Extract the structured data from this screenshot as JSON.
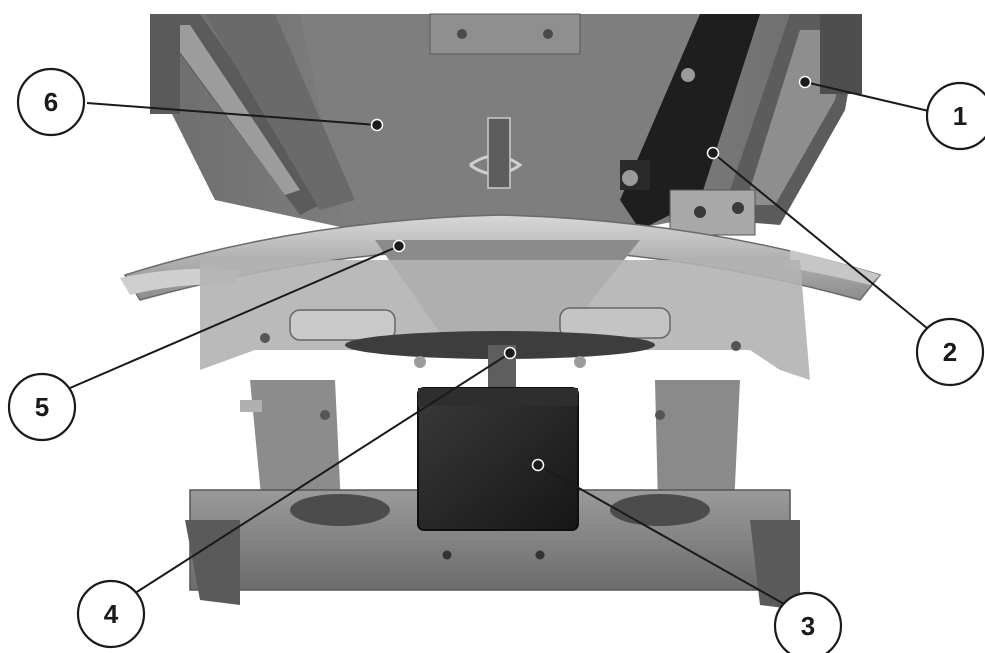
{
  "colors": {
    "background": "#ffffff",
    "callout_stroke": "#1a1a1a",
    "callout_fill": "#ffffff",
    "machine_dark": "#4a4a4a",
    "machine_mid": "#7a7a7a",
    "machine_light": "#b5b5b5",
    "bracket_black": "#1c1c1c"
  },
  "callouts": [
    {
      "id": "1",
      "label": "1"
    },
    {
      "id": "2",
      "label": "2"
    },
    {
      "id": "3",
      "label": "3"
    },
    {
      "id": "4",
      "label": "4"
    },
    {
      "id": "5",
      "label": "5"
    },
    {
      "id": "6",
      "label": "6"
    }
  ]
}
